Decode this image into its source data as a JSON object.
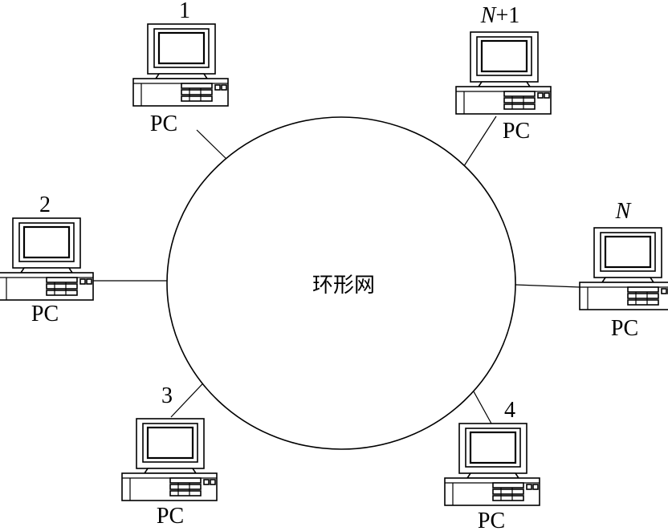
{
  "ring": {
    "label": "环形网"
  },
  "nodes": [
    {
      "id": "node-1",
      "number": "1",
      "number_italic": false,
      "label": "PC"
    },
    {
      "id": "node-n1",
      "number_parts": [
        "N",
        "+1"
      ],
      "label": "PC"
    },
    {
      "id": "node-2",
      "number": "2",
      "number_italic": false,
      "label": "PC"
    },
    {
      "id": "node-n",
      "number": "N",
      "number_italic": true,
      "label": "PC"
    },
    {
      "id": "node-3",
      "number": "3",
      "number_italic": false,
      "label": "PC"
    },
    {
      "id": "node-4",
      "number": "4",
      "number_italic": false,
      "label": "PC"
    }
  ]
}
